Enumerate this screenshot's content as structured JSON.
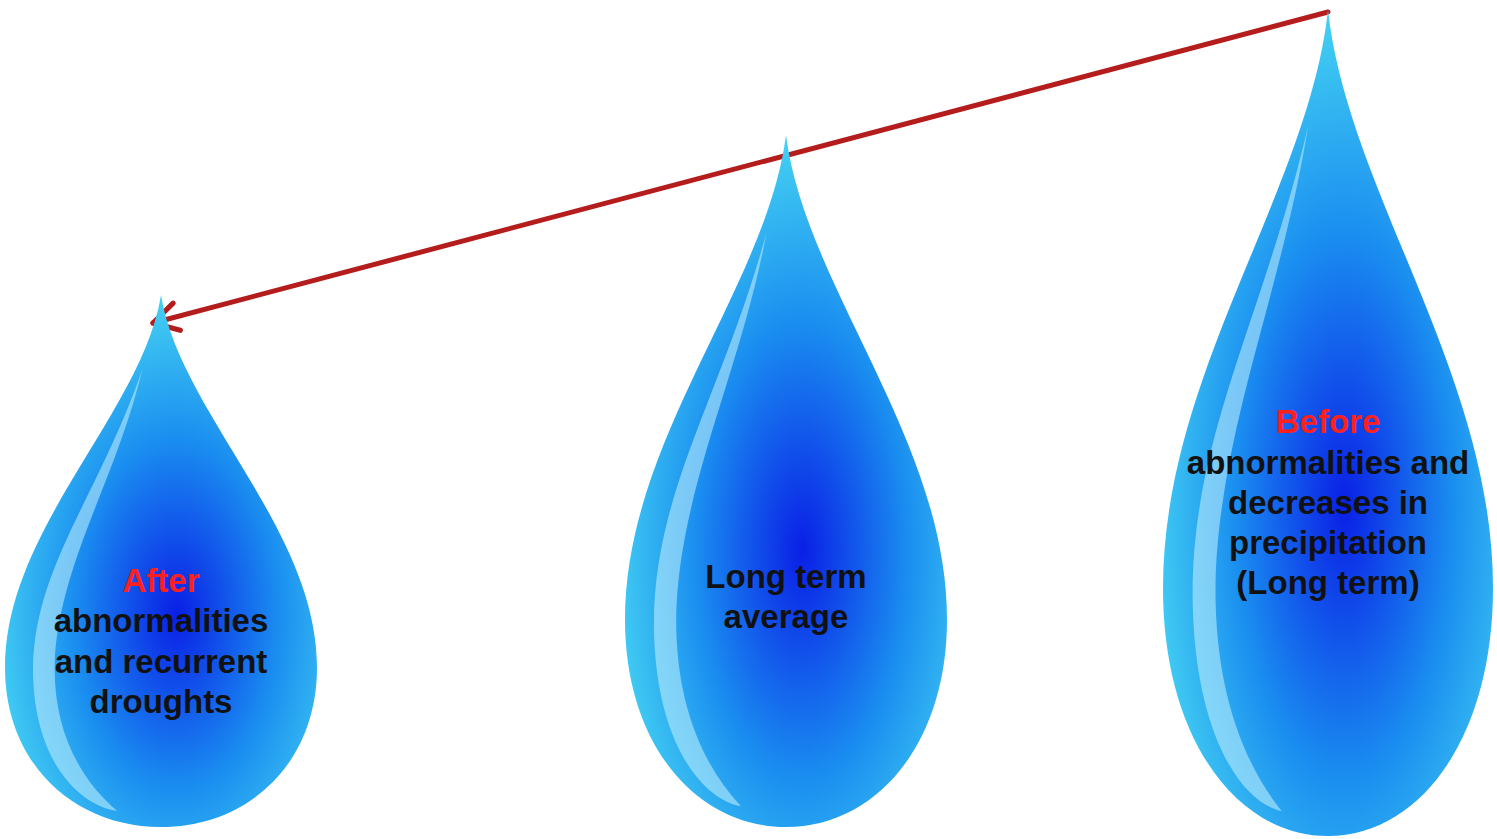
{
  "diagram": {
    "nodes": [
      {
        "text": [
          "After",
          "abnormalities and recurrent droughts"
        ]
      },
      {
        "text": [
          "Long term average"
        ]
      },
      {
        "text": [
          "Before",
          "abnormalities and decreases in precipitation (Long term)"
        ]
      }
    ],
    "edges": [
      {
        "from": 2,
        "to": 0,
        "arrow": "to"
      }
    ]
  }
}
